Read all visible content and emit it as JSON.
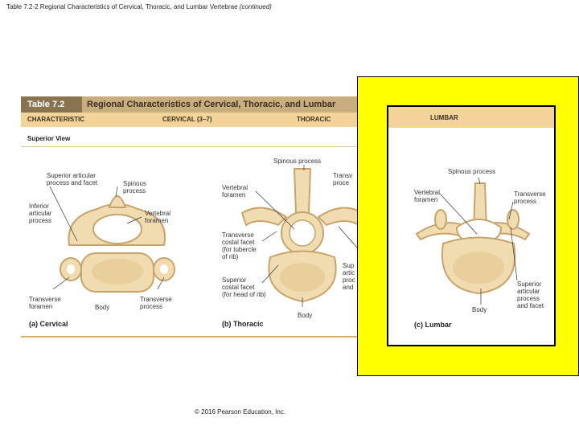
{
  "slide": {
    "title": "Table 7.2-2 Regional Characteristics of Cervical, Thoracic, and Lumbar Vertebrae",
    "title_suffix": "(continued)",
    "footer": "© 2016 Pearson Education, Inc."
  },
  "table": {
    "number": "Table 7.2",
    "title": "Regional Characteristics of Cervical, Thoracic, and Lumbar",
    "columns": [
      "CHARACTERISTIC",
      "CERVICAL (3–7)",
      "THORACIC",
      "LUMBAR"
    ],
    "row_label": "Superior View"
  },
  "cervical": {
    "caption": "(a) Cervical",
    "labels": {
      "superior_articular": "Superior articular\nprocess and facet",
      "spinous": "Spinous\nprocess",
      "inferior_articular": "Inferior\narticular\nprocess",
      "vertebral_foramen": "Vertebral\nforamen",
      "transverse_foramen": "Transverse\nforamen",
      "body": "Body",
      "transverse_process": "Transverse\nprocess"
    }
  },
  "thoracic": {
    "caption": "(b) Thoracic",
    "labels": {
      "spinous": "Spinous process",
      "vertebral_foramen": "Vertebral\nforamen",
      "transverse_partial": "Transv\nproce",
      "transverse_costal": "Transverse\ncostal facet\n(for tubercle\nof rib)",
      "superior_partial": "Sup\nartic\nproc\nand",
      "superior_costal": "Superior\ncostal facet\n(for head of rib)",
      "body": "Body"
    }
  },
  "lumbar": {
    "caption": "(c) Lumbar",
    "labels": {
      "spinous": "Spinous process",
      "vertebral_foramen": "Vertebral\nforamen",
      "transverse": "Transverse\nprocess",
      "superior_articular": "Superior\narticular\nprocess\nand facet",
      "body": "Body"
    }
  },
  "colors": {
    "highlight": "#ffff00",
    "header_dark": "#8a7350",
    "header": "#c8ad7f",
    "column_header": "#f2d49a",
    "bone": "#f1dcb2",
    "bone_edge": "#c9a46a"
  }
}
